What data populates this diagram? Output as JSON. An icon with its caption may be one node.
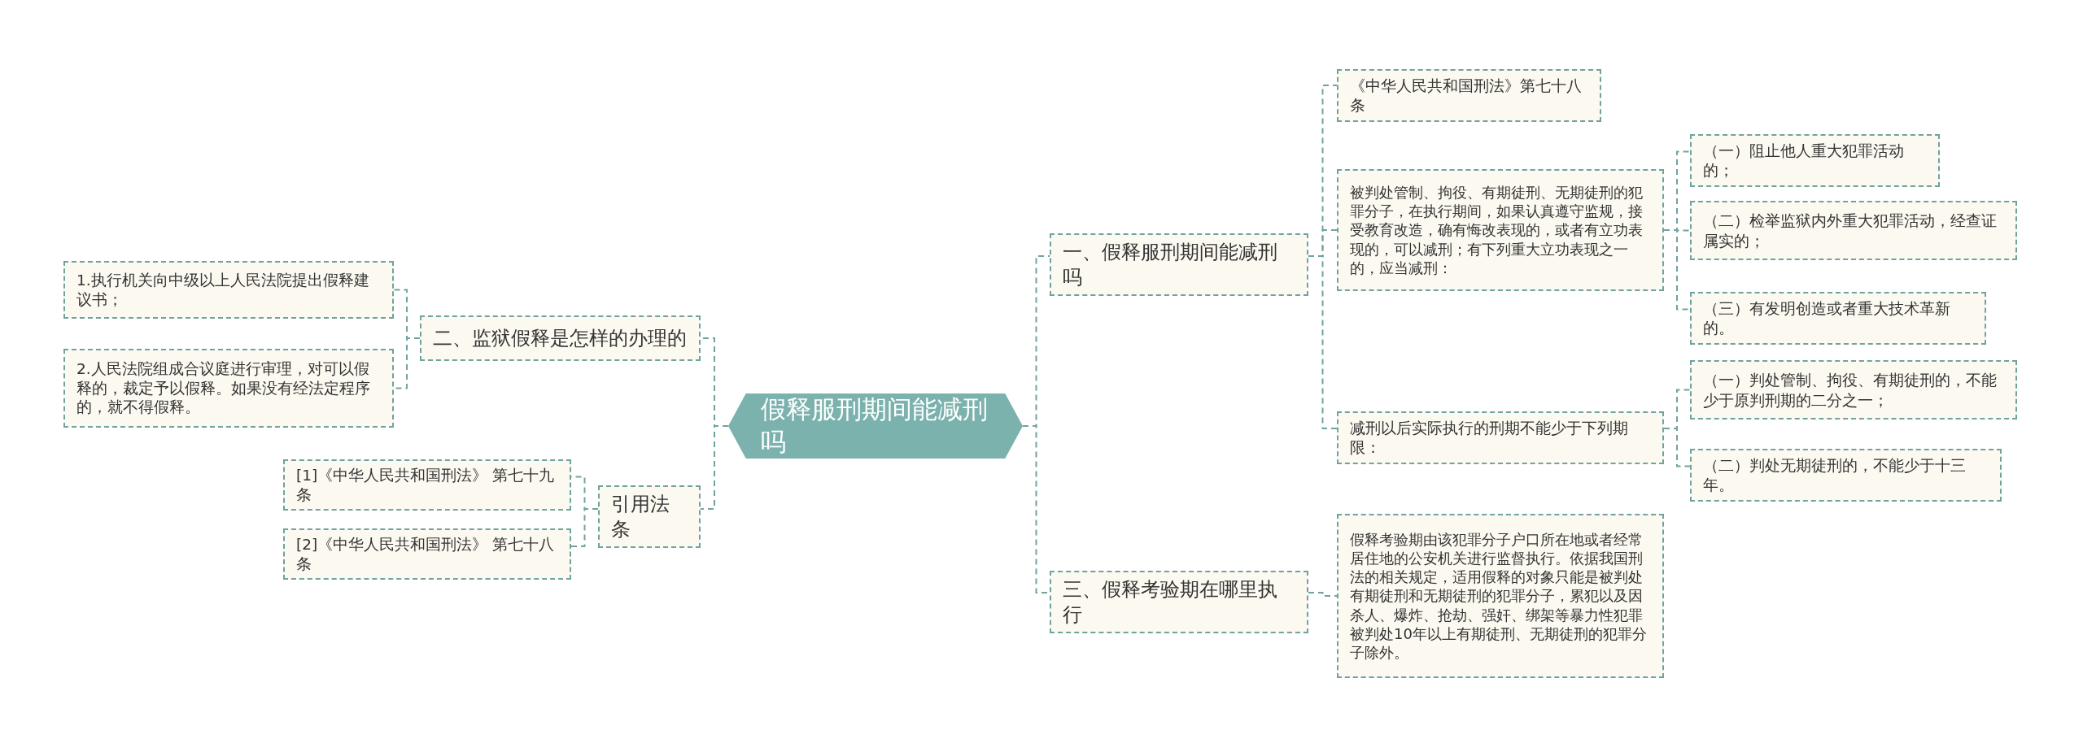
{
  "diagram": {
    "nodes": [
      {
        "text": [
          "假释服刑期间能减刑吗"
        ]
      },
      {
        "text": [
          "一、假释服刑期间能减刑吗"
        ]
      },
      {
        "text": [
          "《中华人民共和国刑法》第七十八条"
        ]
      },
      {
        "text": [
          "被判处管制、拘役、有期徒刑、无期徒刑的犯罪分子，在执行期间，如果认真遵守监规，接受教育改造，确有悔改表现的，或者有立功表现的，可以减刑；有下列重大立功表现之一的，应当减刑："
        ]
      },
      {
        "text": [
          "（一）阻止他人重大犯罪活动的；"
        ]
      },
      {
        "text": [
          "（二）检举监狱内外重大犯罪活动，经查证属实的；"
        ]
      },
      {
        "text": [
          "（三）有发明创造或者重大技术革新的。"
        ]
      },
      {
        "text": [
          "减刑以后实际执行的刑期不能少于下列期限："
        ]
      },
      {
        "text": [
          "（一）判处管制、拘役、有期徒刑的，不能少于原判刑期的二分之一；"
        ]
      },
      {
        "text": [
          "（二）判处无期徒刑的，不能少于十三年。"
        ]
      },
      {
        "text": [
          "三、假释考验期在哪里执行"
        ]
      },
      {
        "text": [
          "假释考验期由该犯罪分子户口所在地或者经常居住地的公安机关进行监督执行。依据我国刑法的相关规定，适用假释的对象只能是被判处有期徒刑和无期徒刑的犯罪分子，累犯以及因杀人、爆炸、抢劫、强奸、绑架等暴力性犯罪被判处10年以上有期徒刑、无期徒刑的犯罪分子除外。"
        ]
      },
      {
        "text": [
          "二、监狱假释是怎样的办理的"
        ]
      },
      {
        "text": [
          "1.执行机关向中级以上人民法院提出假释建议书；"
        ]
      },
      {
        "text": [
          "2.人民法院组成合议庭进行审理，对可以假释的，裁定予以假释。如果没有经法定程序的，就不得假释。"
        ]
      },
      {
        "text": [
          "引用法条"
        ]
      },
      {
        "text": [
          "[1]《中华人民共和国刑法》 第七十九条"
        ]
      },
      {
        "text": [
          "[2]《中华人民共和国刑法》 第七十八条"
        ]
      }
    ],
    "edges": [
      {
        "from": 0,
        "to": 1,
        "arrow": "none"
      },
      {
        "from": 0,
        "to": 10,
        "arrow": "none"
      },
      {
        "from": 0,
        "to": 12,
        "arrow": "none"
      },
      {
        "from": 0,
        "to": 15,
        "arrow": "none"
      },
      {
        "from": 1,
        "to": 2,
        "arrow": "none"
      },
      {
        "from": 1,
        "to": 3,
        "arrow": "none"
      },
      {
        "from": 1,
        "to": 7,
        "arrow": "none"
      },
      {
        "from": 3,
        "to": 4,
        "arrow": "none"
      },
      {
        "from": 3,
        "to": 5,
        "arrow": "none"
      },
      {
        "from": 3,
        "to": 6,
        "arrow": "none"
      },
      {
        "from": 7,
        "to": 8,
        "arrow": "none"
      },
      {
        "from": 7,
        "to": 9,
        "arrow": "none"
      },
      {
        "from": 10,
        "to": 11,
        "arrow": "none"
      },
      {
        "from": 12,
        "to": 13,
        "arrow": "none"
      },
      {
        "from": 12,
        "to": 14,
        "arrow": "none"
      },
      {
        "from": 15,
        "to": 16,
        "arrow": "none"
      },
      {
        "from": 15,
        "to": 17,
        "arrow": "none"
      }
    ]
  }
}
